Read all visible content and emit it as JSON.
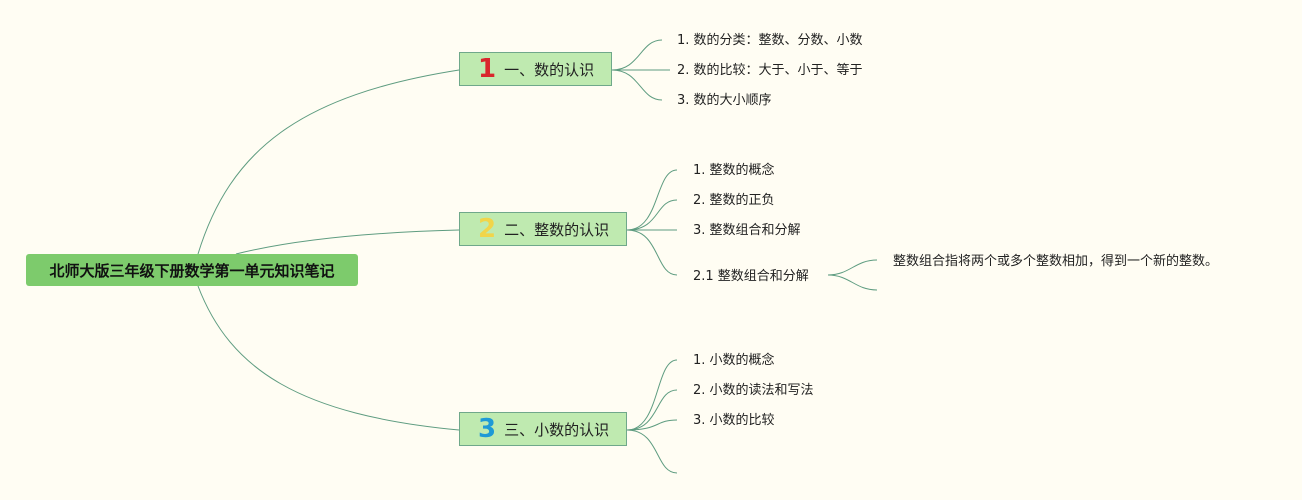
{
  "root": {
    "label": "北师大版三年级下册数学第一单元知识笔记"
  },
  "branches": [
    {
      "number": "1",
      "label": "一、数的认识",
      "color": "#d9262c",
      "children": [
        "1. 数的分类：整数、分数、小数",
        "2. 数的比较：大于、小于、等于",
        "3. 数的大小顺序"
      ]
    },
    {
      "number": "2",
      "label": "二、整数的认识",
      "color": "#f1d54a",
      "children": [
        "1. 整数的概念",
        "2. 整数的正负",
        "3. 整数组合和分解",
        "2.1 整数组合和分解"
      ],
      "sub": {
        "children": [
          "整数组合指将两个或多个整数相加，得到一个新的整数。"
        ]
      }
    },
    {
      "number": "3",
      "label": "三、小数的认识",
      "color": "#1e9ad6",
      "children": [
        "1. 小数的概念",
        "2. 小数的读法和写法",
        "3. 小数的比较"
      ]
    }
  ],
  "colors": {
    "line": "#5e9c80",
    "root": "#7dcb6c",
    "branch": "#bfeab0",
    "background": "#fffdf3"
  }
}
